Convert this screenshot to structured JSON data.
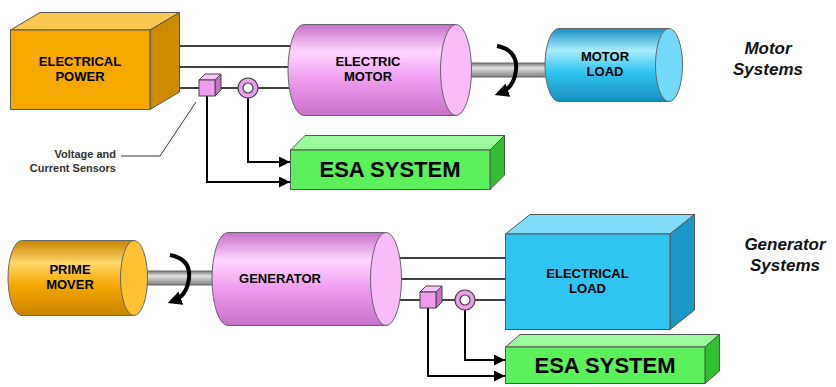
{
  "diagram": {
    "nodes": [
      {
        "text": [
          "ELECTRICAL POWER"
        ]
      },
      {
        "text": [
          "ELECTRIC MOTOR"
        ]
      },
      {
        "text": [
          "MOTOR LOAD"
        ]
      },
      {
        "text": [
          "ESA SYSTEM"
        ]
      },
      {
        "text": [
          "PRIME MOVER"
        ]
      },
      {
        "text": [
          "GENERATOR"
        ]
      },
      {
        "text": [
          "ELECTRICAL LOAD"
        ]
      },
      {
        "text": [
          "ESA SYSTEM"
        ]
      }
    ],
    "edges": [
      {
        "from": 0,
        "to": 1,
        "arrow": "none"
      },
      {
        "from": 1,
        "to": 2,
        "arrow": "none"
      },
      {
        "from": 4,
        "to": 5,
        "arrow": "none"
      },
      {
        "from": 5,
        "to": 6,
        "arrow": "none"
      }
    ],
    "labels": [
      "Motor Systems",
      "Voltage and Current Sensors",
      "Generator Systems"
    ]
  }
}
